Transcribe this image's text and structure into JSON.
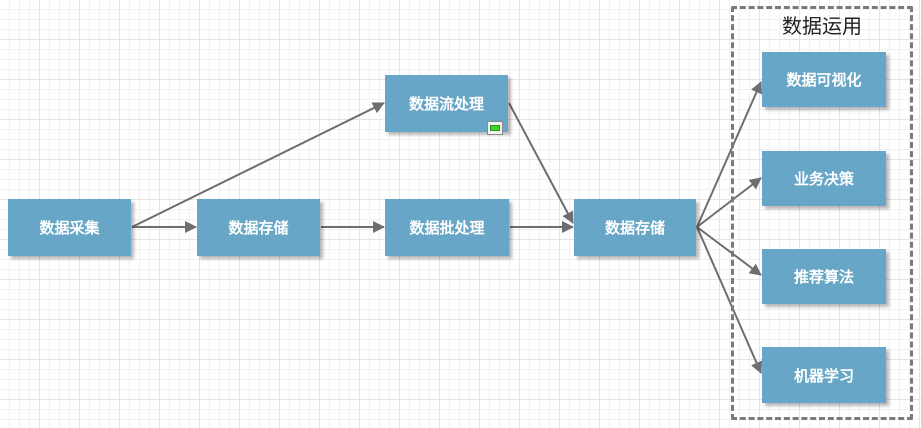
{
  "group": {
    "title": "数据运用"
  },
  "nodes": {
    "collect": "数据采集",
    "store1": "数据存储",
    "stream": "数据流处理",
    "batch": "数据批处理",
    "store2": "数据存储",
    "viz": "数据可视化",
    "decision": "业务决策",
    "recommend": "推荐算法",
    "ml": "机器学习"
  },
  "colors": {
    "node_fill": "#67a6c6",
    "edge": "#6e6e6e",
    "frame": "#7a7a7a"
  }
}
